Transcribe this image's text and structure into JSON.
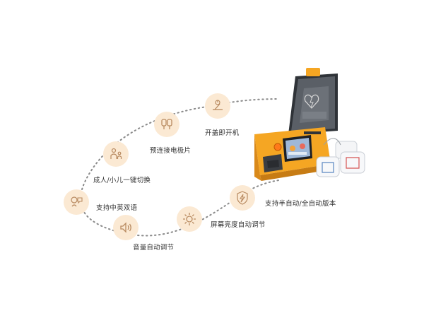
{
  "features": {
    "lid_power_on": "开盖即开机",
    "pre_connect_pads": "预连接电极片",
    "adult_child_switch": "成人/小儿一键切换",
    "bilingual": "支持中英双语",
    "auto_volume": "音量自动调节",
    "auto_brightness": "屏幕亮度自动调节",
    "semi_full_auto": "支持半自动/全自动版本"
  },
  "icons": {
    "lid_power_on": "lid-open-power-icon",
    "pre_connect_pads": "electrode-pads-icon",
    "adult_child_switch": "adult-child-icon",
    "bilingual": "language-speech-icon",
    "auto_volume": "speaker-volume-icon",
    "auto_brightness": "sun-brightness-icon",
    "semi_full_auto": "lightning-shock-icon"
  },
  "colors": {
    "accent_orange": "#f2a33a",
    "icon_bg": "#fbe9d3",
    "icon_stroke": "#b88a60",
    "dotted_path": "#8a8a8a",
    "device_body": "#f5a623",
    "device_lid": "#5a5f66"
  }
}
